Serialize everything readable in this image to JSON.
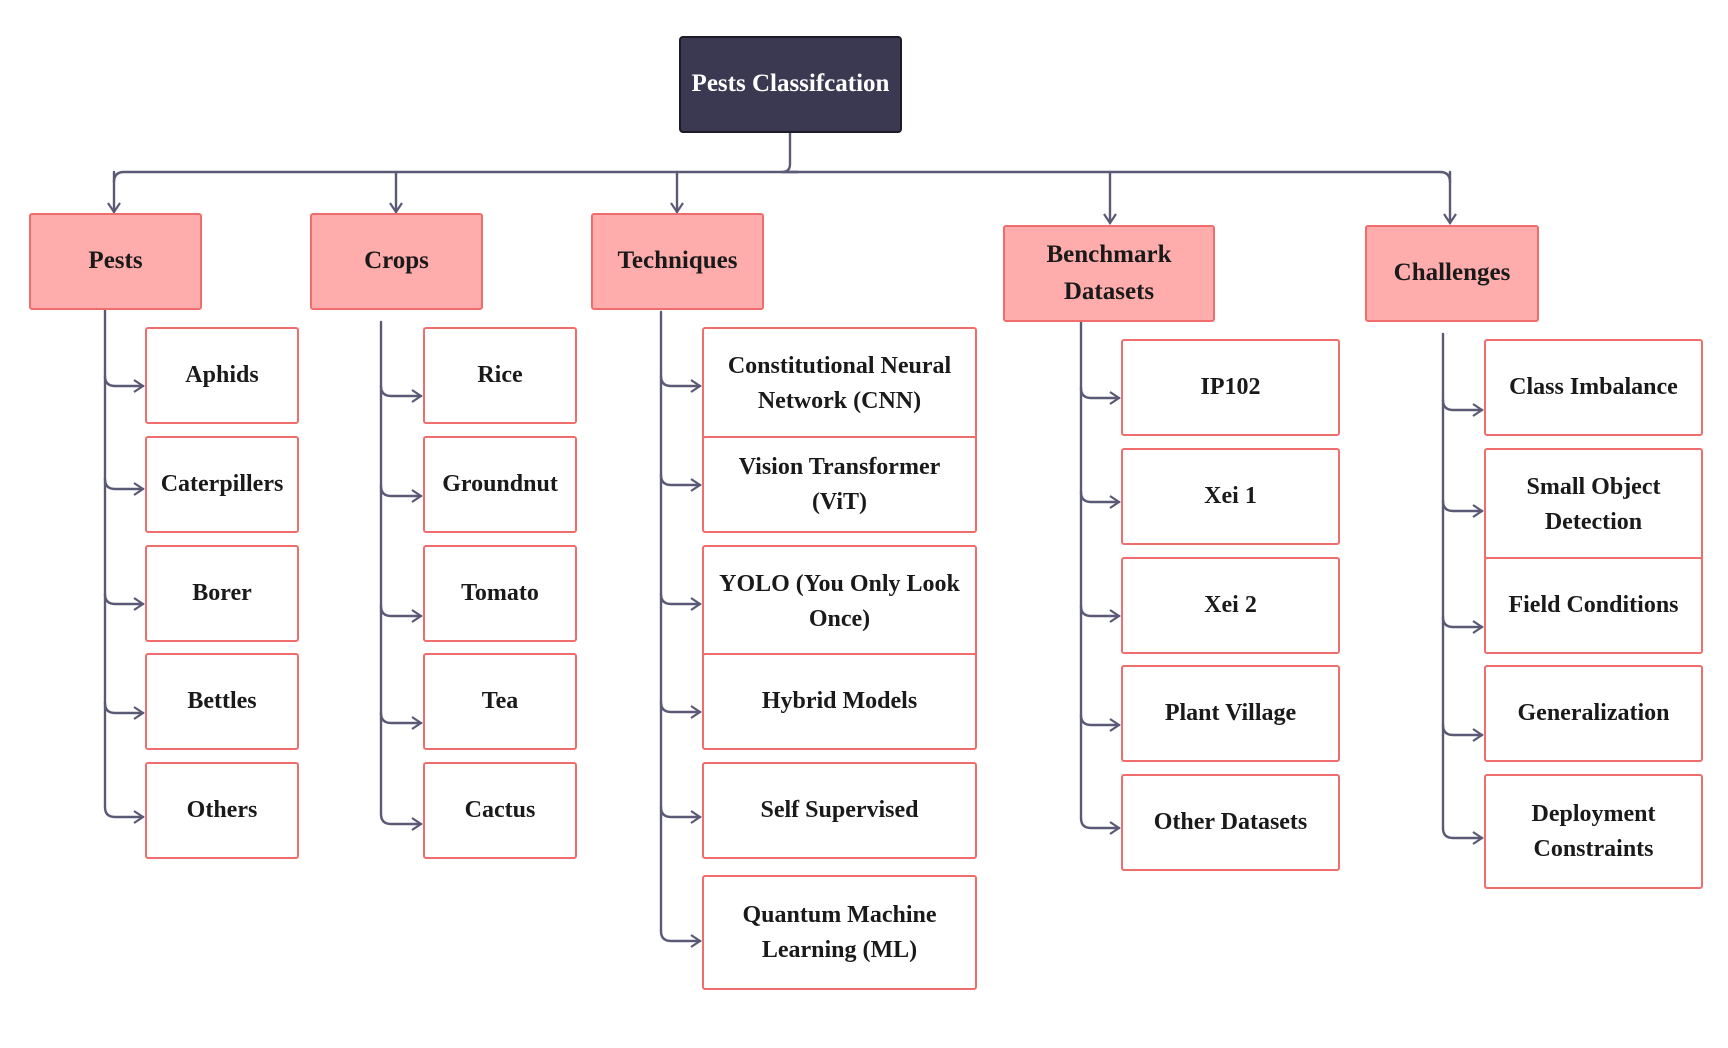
{
  "root": {
    "label": "Pests Classifcation"
  },
  "categories": [
    {
      "label": "Pests",
      "items": [
        "Aphids",
        "Caterpillers",
        "Borer",
        "Bettles",
        "Others"
      ]
    },
    {
      "label": "Crops",
      "items": [
        "Rice",
        "Groundnut",
        "Tomato",
        "Tea",
        "Cactus"
      ]
    },
    {
      "label": "Techniques",
      "items": [
        "Constitutional Neural Network (CNN)",
        "Vision Transformer (ViT)",
        "YOLO (You Only Look Once)",
        "Hybrid Models",
        "Self Supervised",
        "Quantum Machine Learning (ML)"
      ]
    },
    {
      "label": "Benchmark Datasets",
      "items": [
        "IP102",
        "Xei 1",
        "Xei 2",
        "Plant Village",
        "Other Datasets"
      ]
    },
    {
      "label": "Challenges",
      "items": [
        "Class Imbalance",
        "Small Object Detection",
        "Field Conditions",
        "Generalization",
        "Deployment Constraints"
      ]
    }
  ],
  "colors": {
    "root_fill": "#3b3852",
    "category_fill": "#ffacac",
    "border_accent": "#f06d6d",
    "connector": "#5b5a76"
  }
}
